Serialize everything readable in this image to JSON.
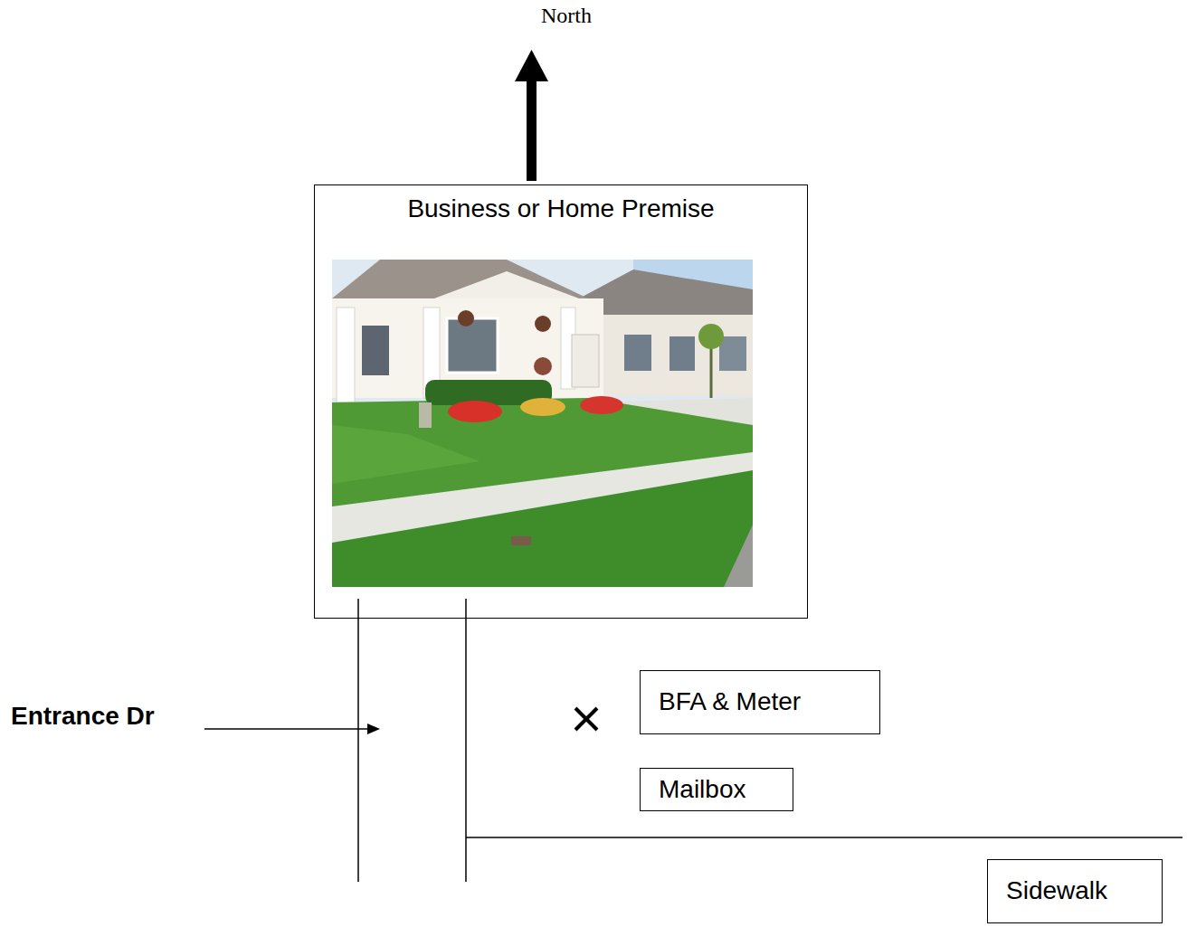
{
  "diagram": {
    "nodes": [
      {
        "text": [
          "Business or Home Premise"
        ]
      },
      {
        "text": [
          "BFA & Meter"
        ]
      },
      {
        "text": [
          "Mailbox"
        ]
      },
      {
        "text": [
          "Sidewalk"
        ]
      }
    ],
    "labels": [
      "North",
      "Entrance Dr"
    ]
  }
}
